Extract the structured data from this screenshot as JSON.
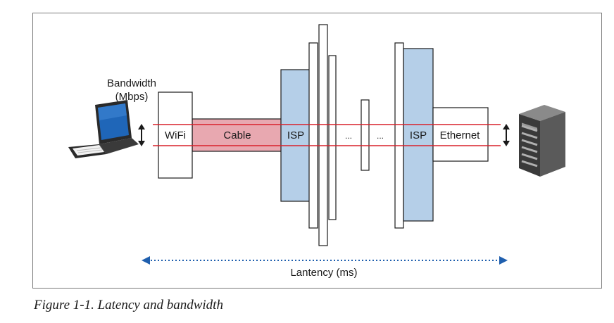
{
  "diagram": {
    "bandwidth_label": "Bandwidth",
    "bandwidth_unit": "(Mbps)",
    "latency_label": "Lantency (ms)",
    "segments": {
      "wifi": "WiFi",
      "cable": "Cable",
      "isp_left": "ISP",
      "dots_left": "...",
      "dots_right": "...",
      "isp_right": "ISP",
      "ethernet": "Ethernet"
    },
    "icons": {
      "client": "laptop-icon",
      "server": "server-rack-icon",
      "bandwidth_indicator": "double-arrow-vertical-icon",
      "latency_indicator": "double-arrow-horizontal-icon"
    },
    "colors": {
      "pipe_line": "#d9202a",
      "cable_fill": "#e8a8b0",
      "isp_fill": "#b5cfe8",
      "latency_arrow": "#1f5fae",
      "frame_border": "#7a7a7a"
    }
  },
  "caption": "Figure 1-1. Latency and bandwidth"
}
